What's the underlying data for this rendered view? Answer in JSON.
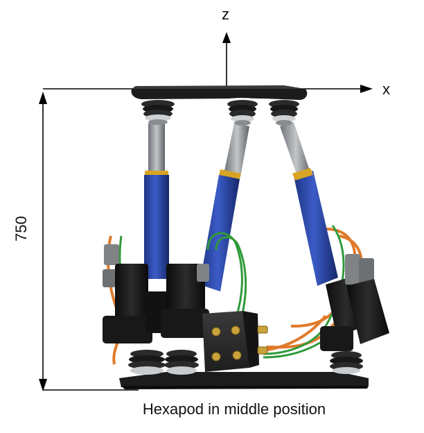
{
  "axes": {
    "z_label": "z",
    "x_label": "x"
  },
  "dimension": {
    "height_label": "750"
  },
  "caption": "Hexapod in middle position",
  "colors": {
    "platform": "#1c1c1c",
    "strut_blue": "#2a47a8",
    "rod_steel": "#8e9296",
    "collar_gold": "#d8a424",
    "cable_orange": "#e07a2a",
    "cable_green": "#2f9a3a",
    "motor_black": "#141414",
    "junction_box": "#2a2a2a",
    "brass": "#c9a23a"
  }
}
